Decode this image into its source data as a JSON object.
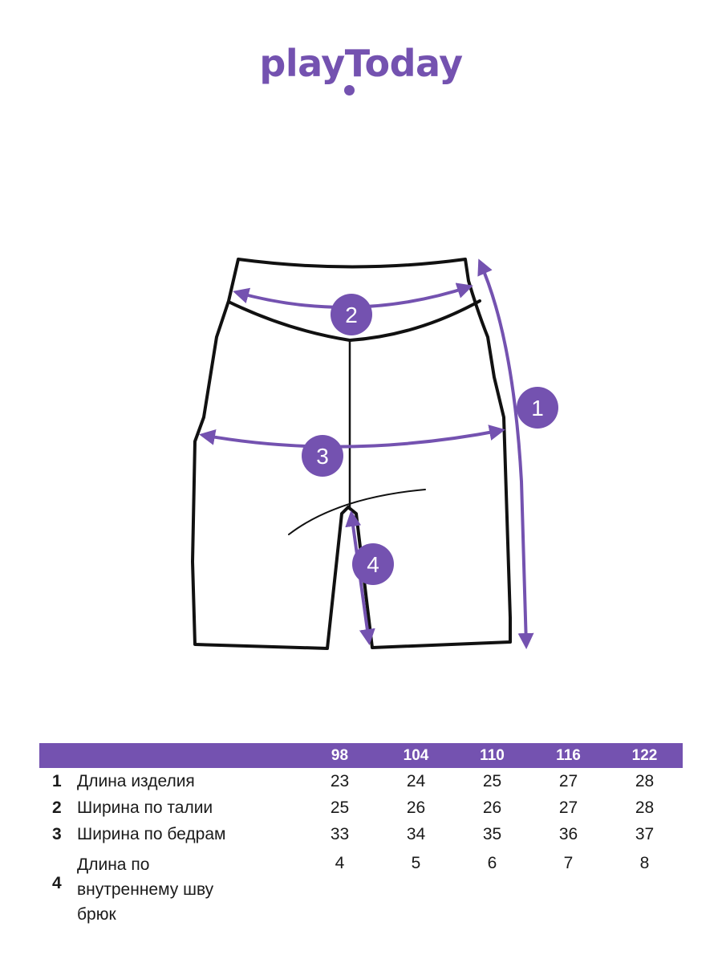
{
  "brand": {
    "logo_text": "playToday",
    "color": "#7452b0"
  },
  "markers": [
    "1",
    "2",
    "3",
    "4"
  ],
  "table": {
    "sizes": [
      "98",
      "104",
      "110",
      "116",
      "122"
    ],
    "rows": [
      {
        "num": "1",
        "label": "Длина изделия",
        "values": [
          "23",
          "24",
          "25",
          "27",
          "28"
        ]
      },
      {
        "num": "2",
        "label": "Ширина по талии",
        "values": [
          "25",
          "26",
          "26",
          "27",
          "28"
        ]
      },
      {
        "num": "3",
        "label": "Ширина по бедрам",
        "values": [
          "33",
          "34",
          "35",
          "36",
          "37"
        ]
      },
      {
        "num": "4",
        "label_lines": [
          "Длина по",
          "внутреннему шву",
          "брюк"
        ],
        "values": [
          "4",
          "5",
          "6",
          "7",
          "8"
        ]
      }
    ]
  }
}
